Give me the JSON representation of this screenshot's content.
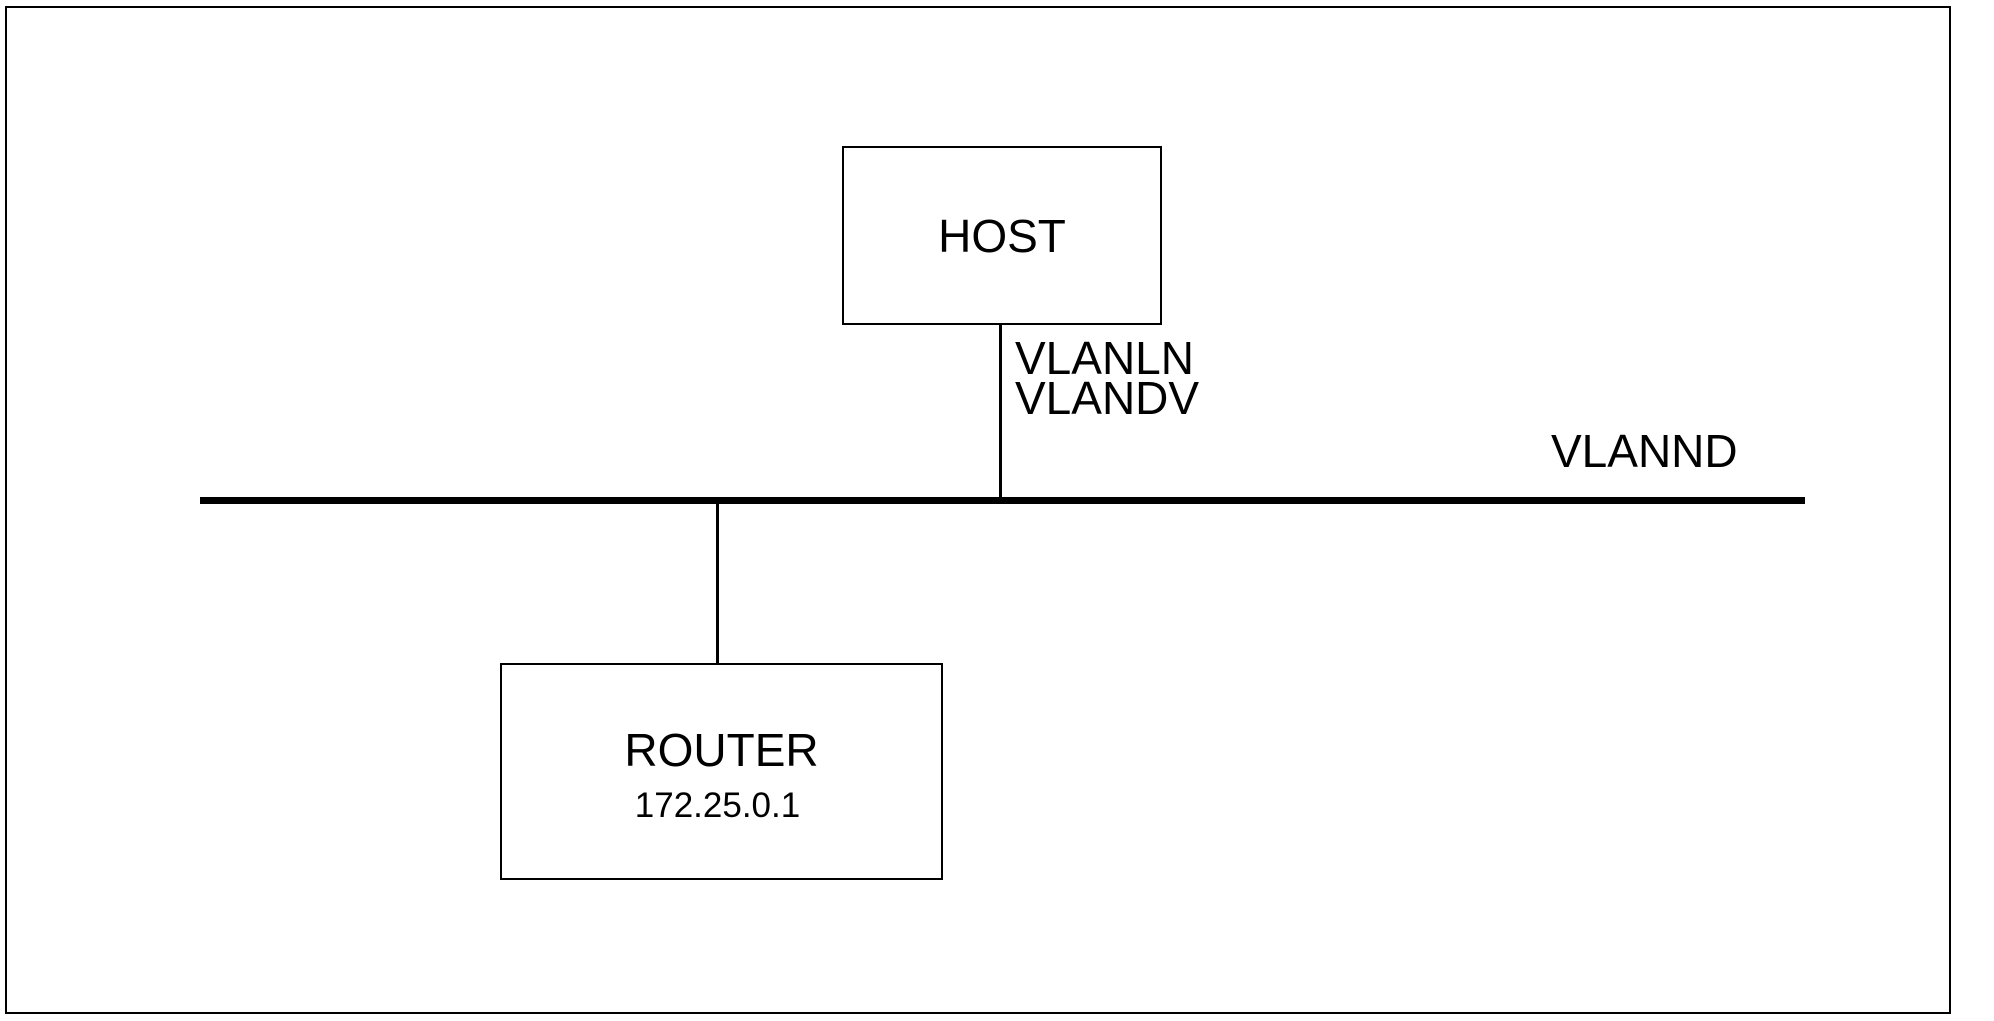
{
  "host": {
    "label": "HOST"
  },
  "host_link": {
    "labels": [
      "VLANLN",
      "VLANDV"
    ]
  },
  "bus": {
    "label": "VLANND"
  },
  "router": {
    "label": "ROUTER",
    "address": "172.25.0.1"
  }
}
